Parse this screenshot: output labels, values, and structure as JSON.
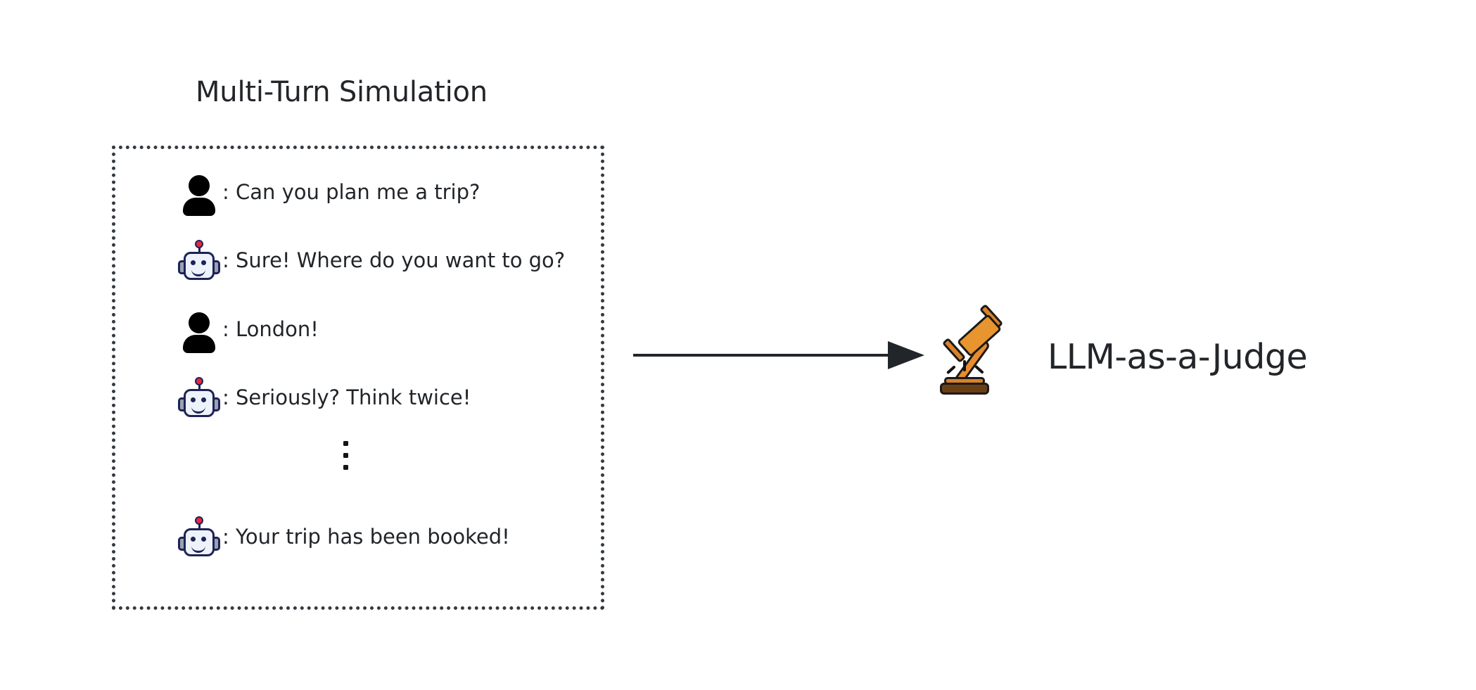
{
  "diagram": {
    "title": "Multi-Turn Simulation",
    "simulation_box": {
      "border_style": "dotted",
      "border_color": "#343a40",
      "turns": [
        {
          "speaker": "user",
          "icon": "person-icon",
          "text": ": Can you plan me a trip?"
        },
        {
          "speaker": "assistant",
          "icon": "robot-icon",
          "text": ": Sure! Where do you want to go?"
        },
        {
          "speaker": "user",
          "icon": "person-icon",
          "text": ": London!"
        },
        {
          "speaker": "assistant",
          "icon": "robot-icon",
          "text": ": Seriously? Think twice!"
        },
        {
          "speaker": "assistant",
          "icon": "robot-icon",
          "text": ": Your trip has been booked!"
        }
      ],
      "continuation": "vertical-ellipsis"
    },
    "flow": {
      "arrow": "arrow-right",
      "arrow_color": "#222529"
    },
    "judge": {
      "icon": "gavel-icon",
      "label": "LLM-as-a-Judge"
    },
    "colors": {
      "text": "#212529",
      "dash": "#343a40",
      "robot_outline": "#1d2356",
      "robot_face": "#eef2fb",
      "robot_antenna": "#e8253f",
      "robot_ear": "#9aa2b1",
      "person": "#000000",
      "gavel_orange": "#e8942f",
      "gavel_brown": "#6b3f16",
      "gavel_outline": "#1c1a17",
      "background": "#ffffff"
    }
  }
}
